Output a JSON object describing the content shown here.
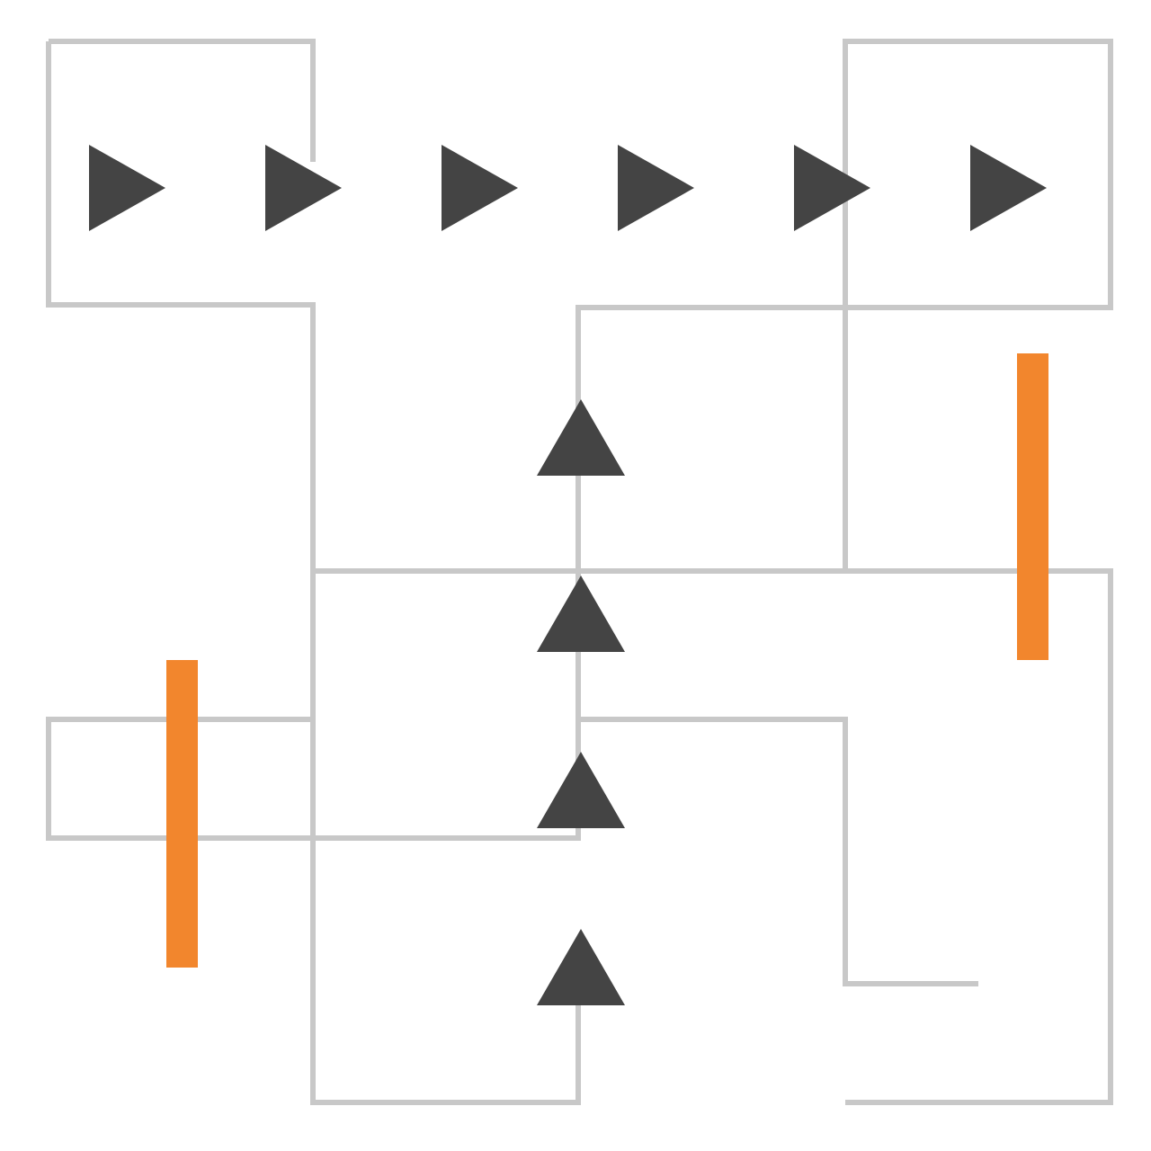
{
  "board": {
    "background_color": "#ffffff",
    "path_color": "#c8c8c8",
    "arrow_color": "#444444",
    "bar_color": "#f2862d"
  },
  "arrows": [
    {
      "direction": "right"
    },
    {
      "direction": "right"
    },
    {
      "direction": "right"
    },
    {
      "direction": "right"
    },
    {
      "direction": "right"
    },
    {
      "direction": "right"
    },
    {
      "direction": "up"
    },
    {
      "direction": "up"
    },
    {
      "direction": "up"
    },
    {
      "direction": "up"
    }
  ],
  "bars": [
    {
      "orientation": "vertical"
    },
    {
      "orientation": "vertical"
    }
  ]
}
